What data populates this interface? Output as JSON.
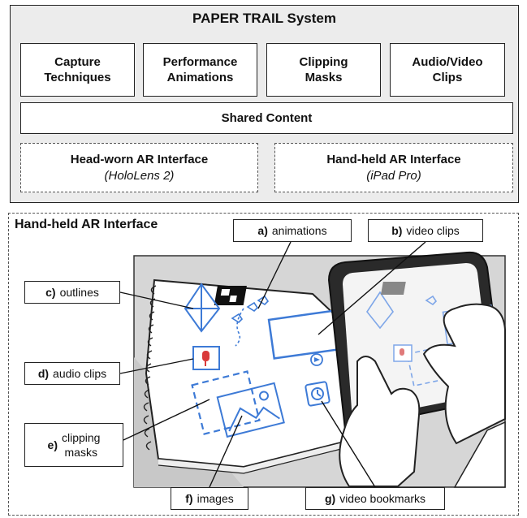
{
  "system": {
    "title": "PAPER TRAIL System",
    "modules": [
      "Capture\nTechniques",
      "Performance\nAnimations",
      "Clipping\nMasks",
      "Audio/Video\nClips"
    ],
    "shared": "Shared Content",
    "interfaces": [
      {
        "title": "Head-worn AR Interface",
        "sub": "(HoloLens 2)"
      },
      {
        "title": "Hand-held AR Interface",
        "sub": "(iPad Pro)"
      }
    ]
  },
  "handheld": {
    "title": "Hand-held AR Interface",
    "labels": {
      "a": {
        "key": "a)",
        "text": "animations"
      },
      "b": {
        "key": "b)",
        "text": "video clips"
      },
      "c": {
        "key": "c)",
        "text": "outlines"
      },
      "d": {
        "key": "d)",
        "text": "audio clips"
      },
      "e": {
        "key": "e)",
        "text": "clipping\nmasks"
      },
      "f": {
        "key": "f)",
        "text": "images"
      },
      "g": {
        "key": "g)",
        "text": "video bookmarks"
      }
    }
  },
  "colors": {
    "panel": "#ececec",
    "ar_blue": "#3d7ad6",
    "ar_red": "#d93a3a"
  }
}
